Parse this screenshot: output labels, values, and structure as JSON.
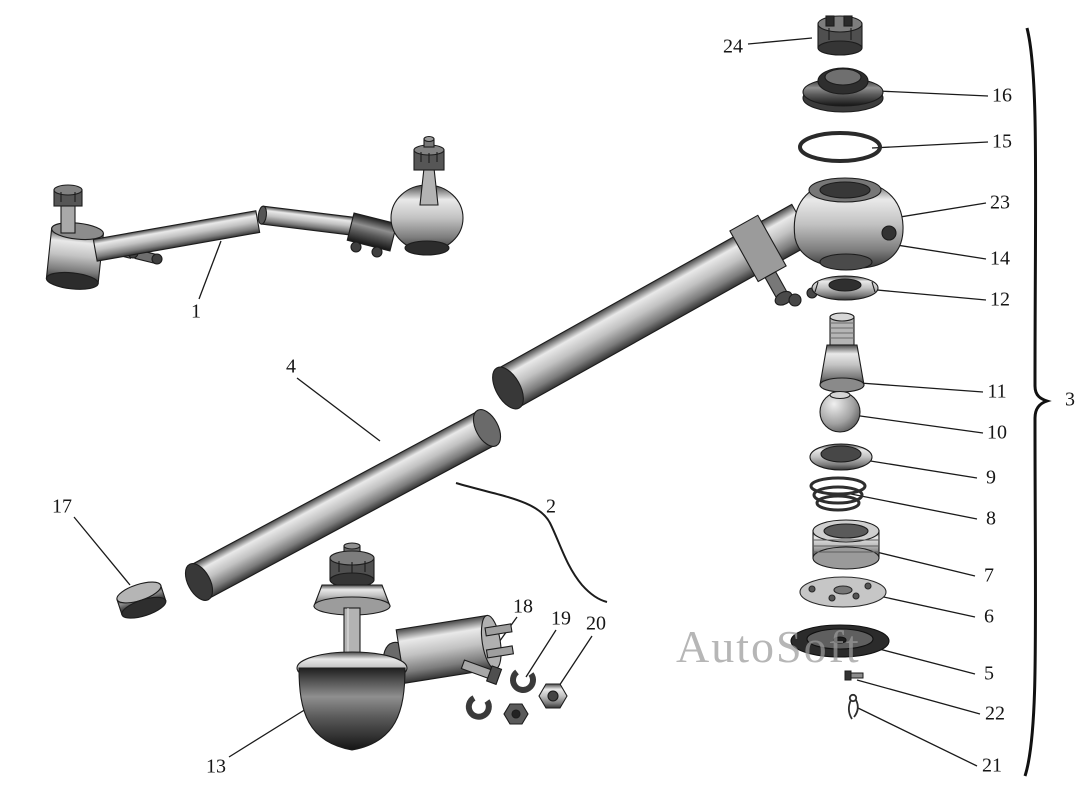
{
  "watermark": "AutoSoft",
  "labels": {
    "n1": "1",
    "n2": "2",
    "n3": "3",
    "n4": "4",
    "n5": "5",
    "n6": "6",
    "n7": "7",
    "n8": "8",
    "n9": "9",
    "n10": "10",
    "n11": "11",
    "n12": "12",
    "n13": "13",
    "n14": "14",
    "n15": "15",
    "n16": "16",
    "n17": "17",
    "n18": "18",
    "n19": "19",
    "n20": "20",
    "n21": "21",
    "n22": "22",
    "n23": "23",
    "n24": "24"
  }
}
